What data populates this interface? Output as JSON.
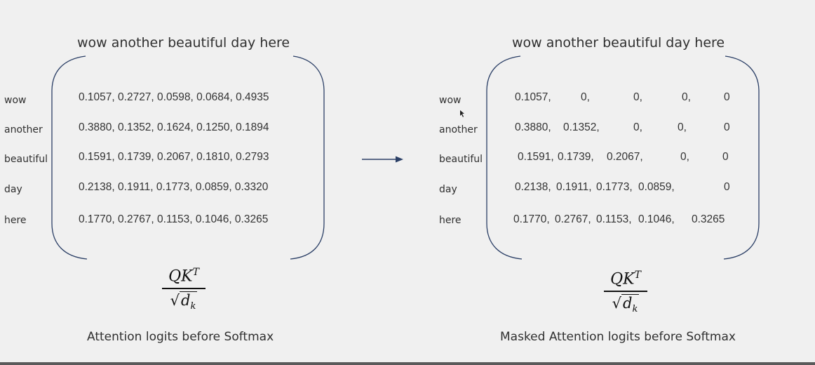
{
  "left_panel": {
    "header": "wow another beautiful day here",
    "row_labels": [
      "wow",
      "another",
      "beautiful",
      "day",
      "here"
    ],
    "rows": [
      "0.1057, 0.2727, 0.0598, 0.0684, 0.4935",
      "0.3880, 0.1352, 0.1624, 0.1250, 0.1894",
      "0.1591, 0.1739, 0.2067, 0.1810, 0.2793",
      "0.2138, 0.1911, 0.1773, 0.0859, 0.3320",
      "0.1770, 0.2767, 0.1153, 0.1046, 0.3265"
    ],
    "formula": {
      "numerator": "QK",
      "superscript": "T",
      "denominator": "d",
      "subscript": "k"
    },
    "caption": "Attention logits before Softmax"
  },
  "right_panel": {
    "header": "wow another beautiful day here",
    "row_labels": [
      "wow",
      "another",
      "beautiful",
      "day",
      "here"
    ],
    "rows": [
      [
        "0.1057,",
        "0,",
        "0,",
        "0,",
        "0"
      ],
      [
        "0.3880,",
        "0.1352,",
        "0,",
        "0,",
        "0"
      ],
      [
        "0.1591,",
        "0.1739,",
        "0.2067,",
        "0,",
        "0"
      ],
      [
        "0.2138,",
        "0.1911,",
        "0.1773,",
        "0.0859,",
        "0"
      ],
      [
        "0.1770,",
        "0.2767,",
        "0.1153,",
        "0.1046,",
        "0.3265"
      ]
    ],
    "formula": {
      "numerator": "QK",
      "superscript": "T",
      "denominator": "d",
      "subscript": "k"
    },
    "caption": "Masked Attention logits before Softmax"
  },
  "colors": {
    "background": "#f0f0f0",
    "arrow": "#2b3f66",
    "bracket": "#2b3f66"
  }
}
